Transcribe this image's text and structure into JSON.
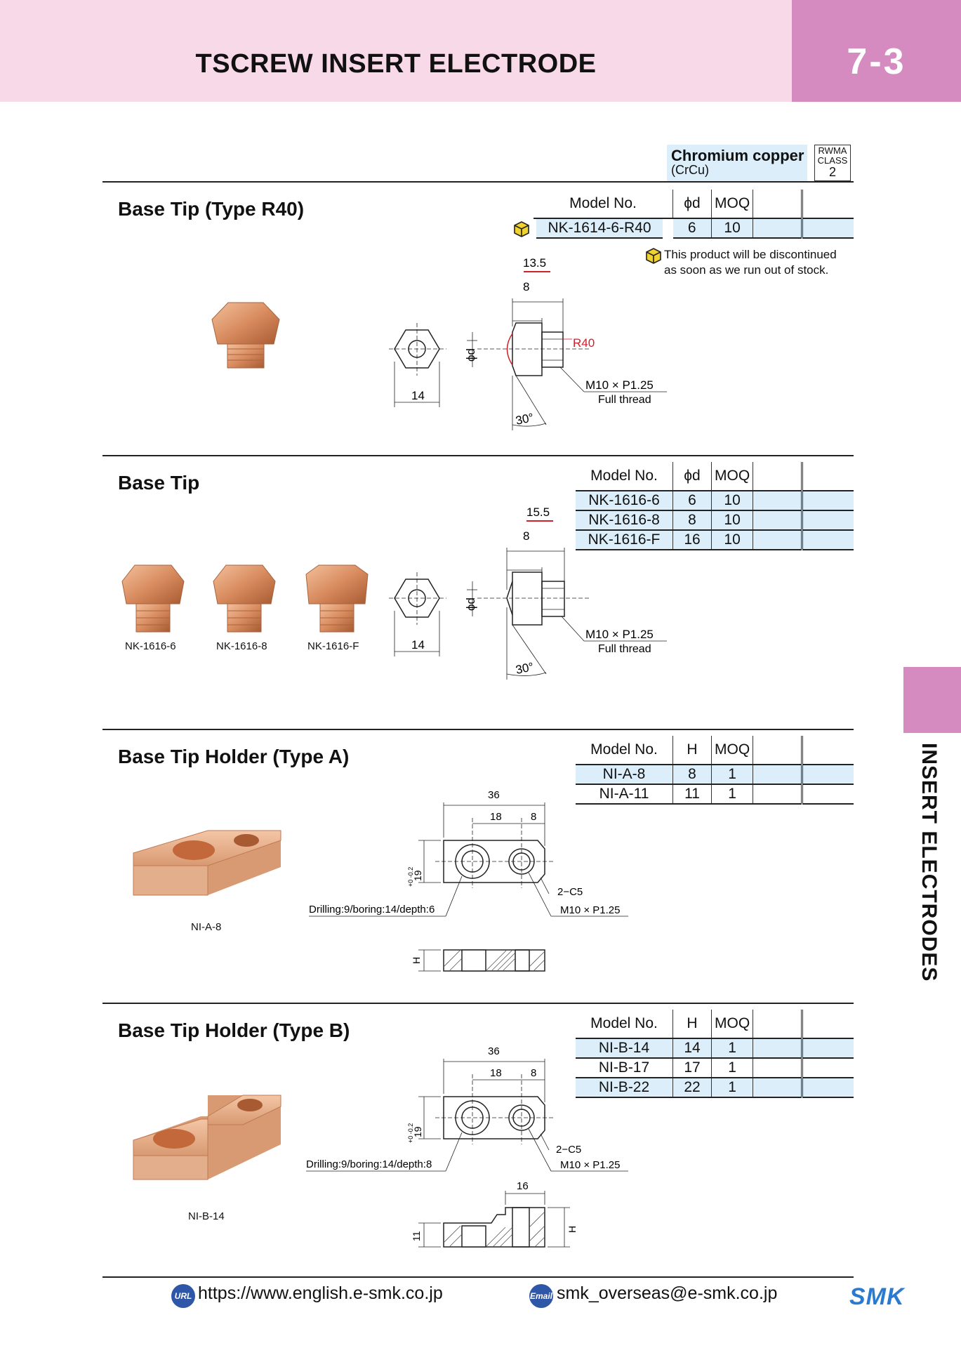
{
  "header": {
    "title": "TSCREW INSERT ELECTRODE",
    "page_number": "7-3"
  },
  "side_tab": {
    "label": "INSERT ELECTRODES"
  },
  "material": {
    "name": "Chromium copper",
    "code": "(CrCu)",
    "rwma_line1": "RWMA",
    "rwma_line2": "CLASS",
    "rwma_class": "2"
  },
  "sections": {
    "r40": {
      "title": "Base Tip (Type R40)",
      "headers": [
        "Model No.",
        "ϕd",
        "MOQ"
      ],
      "rows": [
        [
          "NK-1614-6-R40",
          "6",
          "10"
        ]
      ],
      "note_line1": "This product will be discontinued",
      "note_line2": "as soon as we run out of stock.",
      "dims": {
        "total": "13.5",
        "head": "8",
        "radius": "R40",
        "thread": "M10 × P1.25",
        "thread_note": "Full thread",
        "hex": "14",
        "angle": "30°",
        "diameter": "ϕd"
      }
    },
    "base": {
      "title": "Base Tip",
      "headers": [
        "Model No.",
        "ϕd",
        "MOQ"
      ],
      "rows": [
        [
          "NK-1616-6",
          "6",
          "10"
        ],
        [
          "NK-1616-8",
          "8",
          "10"
        ],
        [
          "NK-1616-F",
          "16",
          "10"
        ]
      ],
      "captions": [
        "NK-1616-6",
        "NK-1616-8",
        "NK-1616-F"
      ],
      "dims": {
        "total": "15.5",
        "head": "8",
        "thread": "M10 × P1.25",
        "thread_note": "Full thread",
        "hex": "14",
        "angle": "30°",
        "diameter": "ϕd"
      }
    },
    "holder_a": {
      "title": "Base Tip Holder (Type A)",
      "headers": [
        "Model No.",
        "H",
        "MOQ"
      ],
      "rows": [
        [
          "NI-A-8",
          "8",
          "1"
        ],
        [
          "NI-A-11",
          "11",
          "1"
        ]
      ],
      "caption": "NI-A-8",
      "dims": {
        "length": "36",
        "d1": "18",
        "d2": "8",
        "width": "19",
        "tol": "+0 -0.2",
        "chamfer": "2−C5",
        "thread": "M10 × P1.25",
        "drill": "Drilling:9/boring:14/depth:6",
        "h": "H"
      }
    },
    "holder_b": {
      "title": "Base Tip Holder (Type B)",
      "headers": [
        "Model No.",
        "H",
        "MOQ"
      ],
      "rows": [
        [
          "NI-B-14",
          "14",
          "1"
        ],
        [
          "NI-B-17",
          "17",
          "1"
        ],
        [
          "NI-B-22",
          "22",
          "1"
        ]
      ],
      "caption": "NI-B-14",
      "dims": {
        "length": "36",
        "d1": "18",
        "d2": "8",
        "width": "19",
        "tol": "+0 -0.2",
        "chamfer": "2−C5",
        "thread": "M10 × P1.25",
        "drill": "Drilling:9/boring:14/depth:8",
        "step": "16",
        "low": "11",
        "h": "H"
      }
    }
  },
  "footer": {
    "url_icon": "URL",
    "url": "https://www.english.e-smk.co.jp",
    "mail_icon": "Email",
    "email": "smk_overseas@e-smk.co.jp",
    "logo": "SMK"
  },
  "colors": {
    "header_bg": "#f8d9e7",
    "accent_pink": "#d58ac0",
    "table_blue": "#dbeefa",
    "copper": "#d98c5f",
    "dim_red": "#d0202a"
  }
}
